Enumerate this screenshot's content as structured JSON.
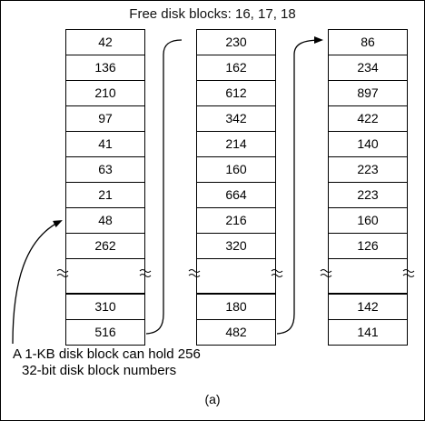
{
  "title": "Free disk blocks: 16, 17, 18",
  "columns": [
    {
      "top": [
        "42",
        "136",
        "210",
        "97",
        "41",
        "63",
        "21",
        "48",
        "262"
      ],
      "bottom": [
        "310",
        "516"
      ]
    },
    {
      "top": [
        "230",
        "162",
        "612",
        "342",
        "214",
        "160",
        "664",
        "216",
        "320"
      ],
      "bottom": [
        "180",
        "482"
      ]
    },
    {
      "top": [
        "86",
        "234",
        "897",
        "422",
        "140",
        "223",
        "223",
        "160",
        "126"
      ],
      "bottom": [
        "142",
        "141"
      ]
    }
  ],
  "note_line1": "A 1-KB disk block can hold 256",
  "note_line2": "32-bit disk block numbers",
  "caption": "(a)"
}
